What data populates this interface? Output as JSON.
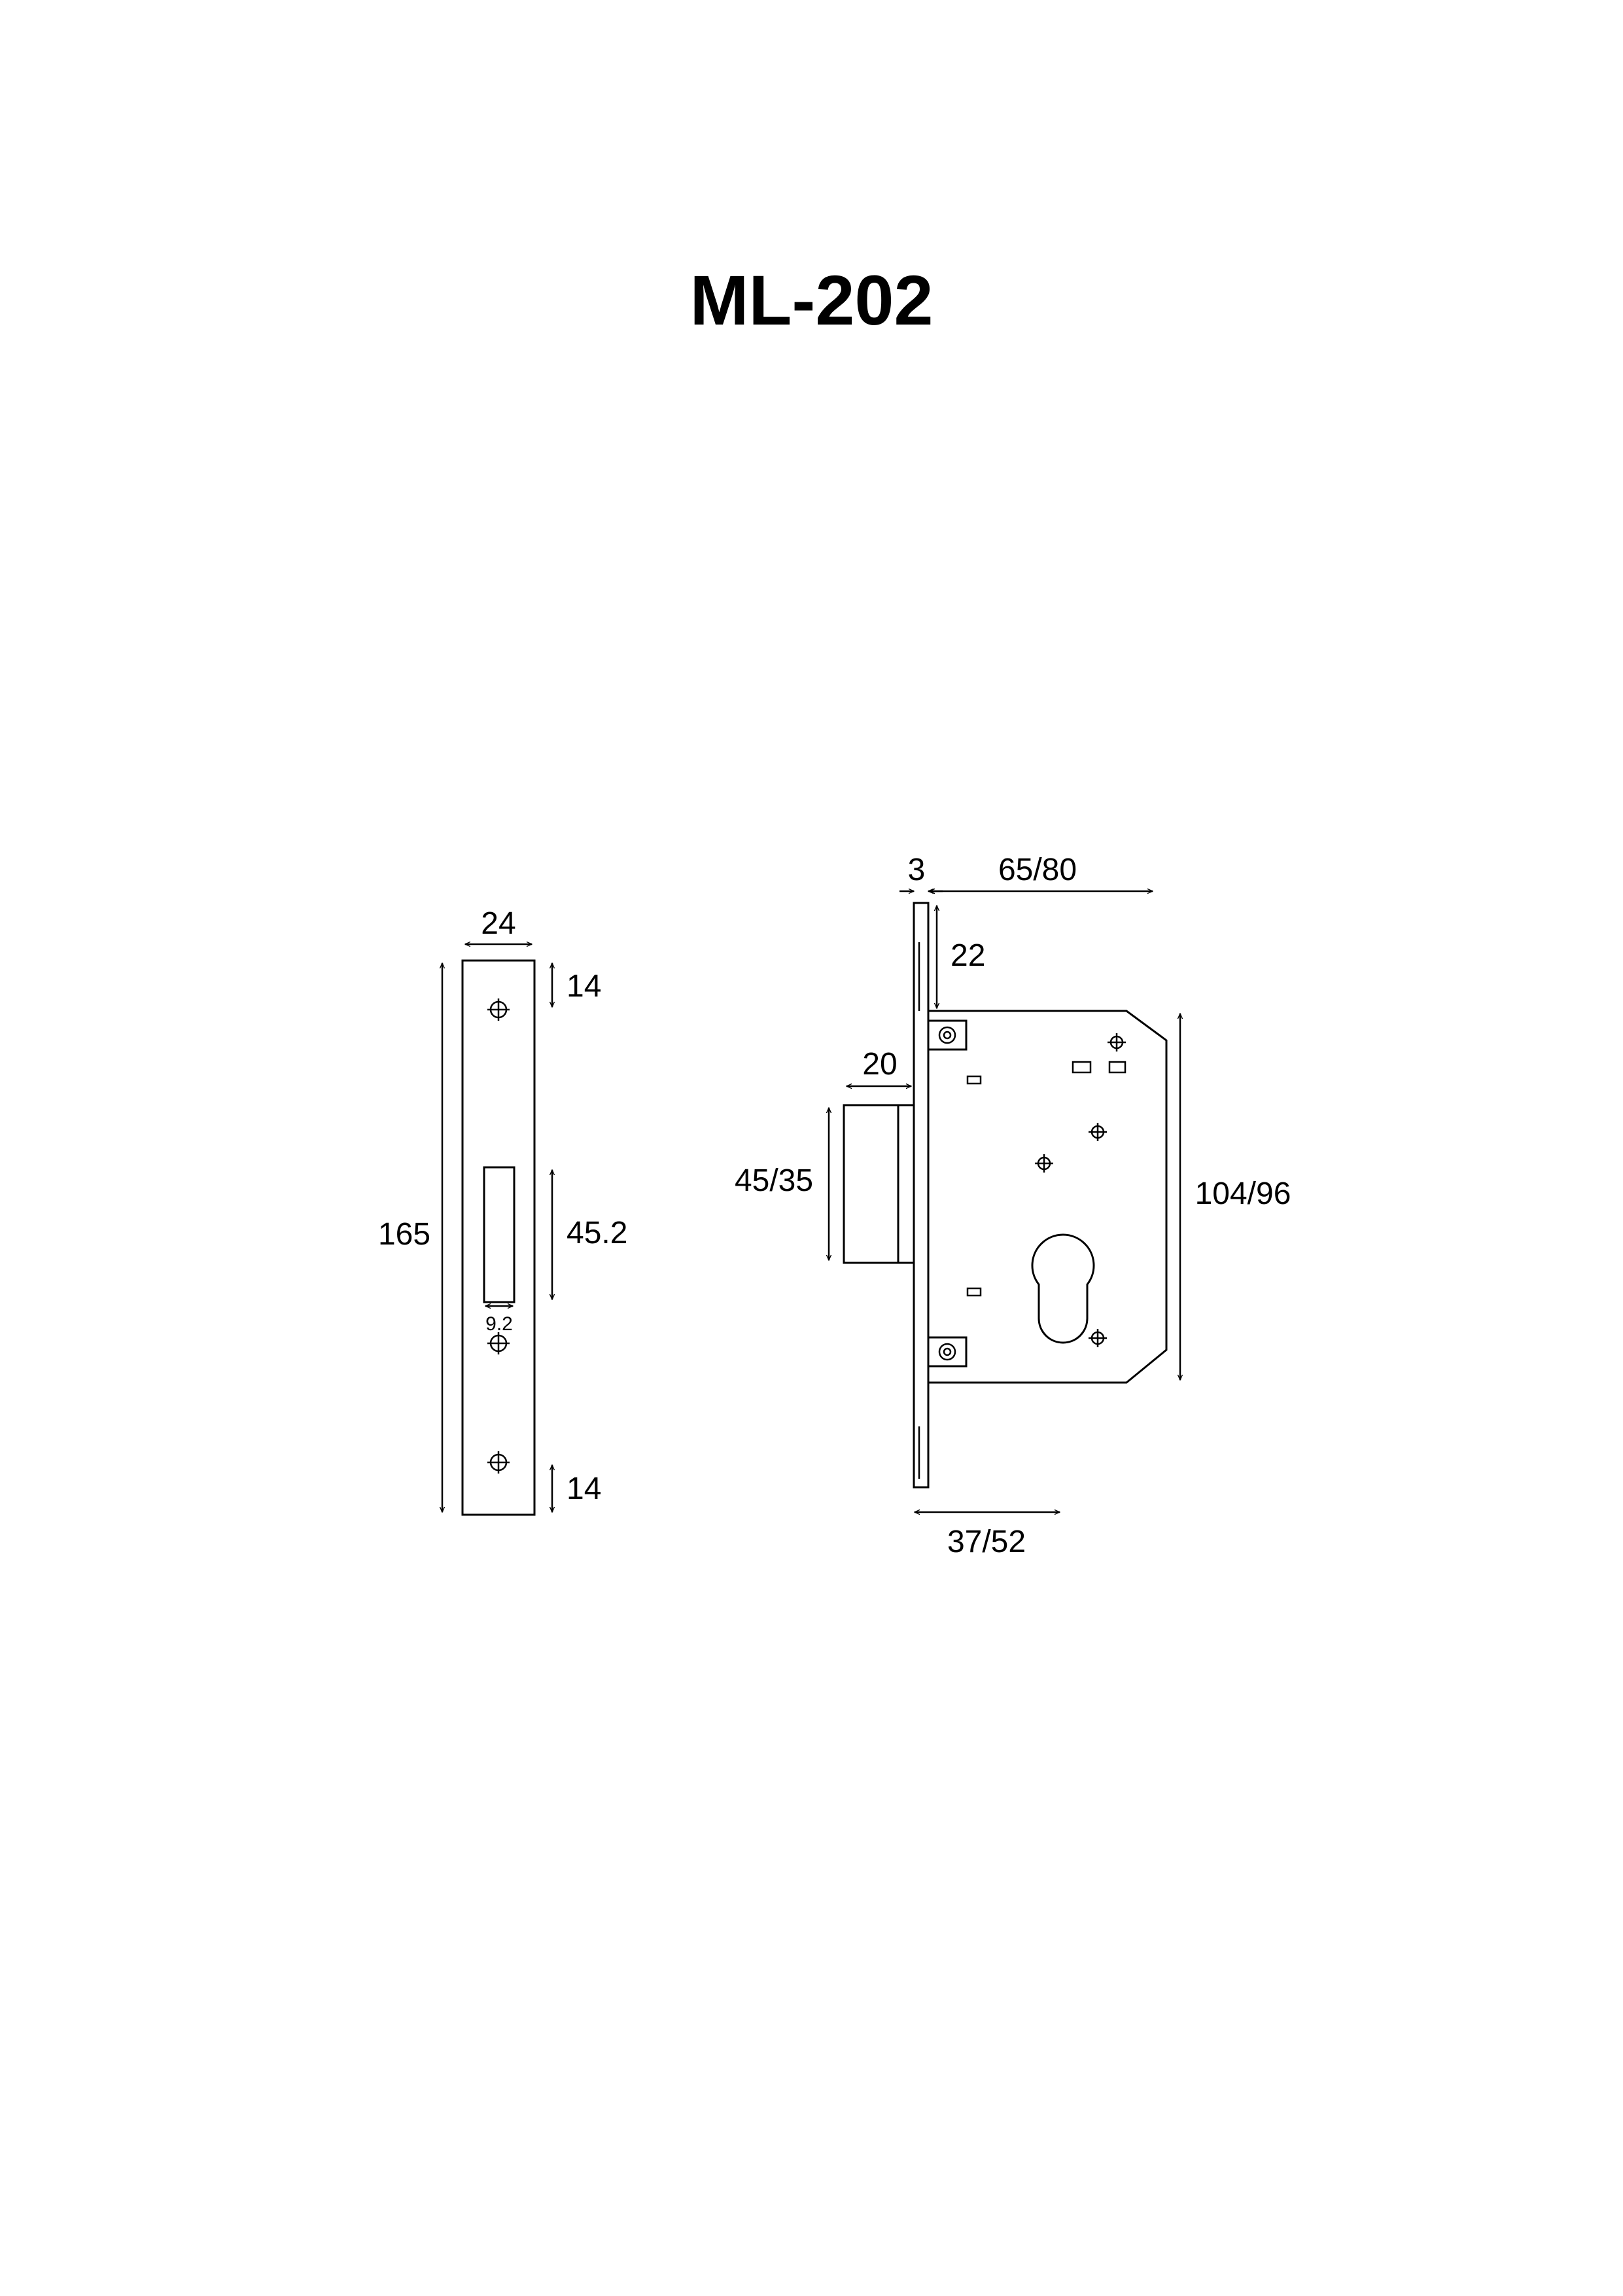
{
  "title": "ML-202",
  "faceplate": {
    "width_label": "24",
    "height_label": "165",
    "top_offset_label": "14",
    "bottom_offset_label": "14",
    "slot_height_label": "45.2",
    "slot_width_label": "9.2"
  },
  "lock_body": {
    "plate_thickness_label": "3",
    "backset_label": "65/80",
    "top_offset_label": "22",
    "latch_projection_label": "20",
    "latch_height_label": "45/35",
    "case_height_label": "104/96",
    "bottom_dim_label": "37/52"
  }
}
